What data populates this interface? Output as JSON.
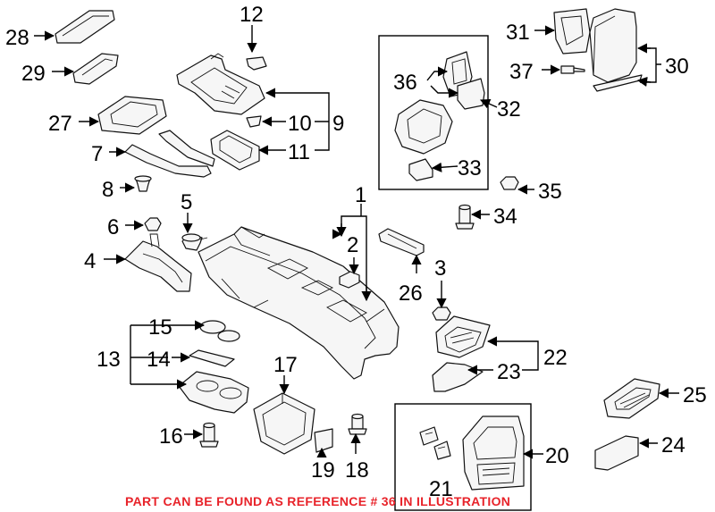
{
  "callouts": [
    "1",
    "2",
    "3",
    "4",
    "5",
    "6",
    "7",
    "8",
    "9",
    "10",
    "11",
    "12",
    "13",
    "14",
    "15",
    "16",
    "17",
    "18",
    "19",
    "20",
    "21",
    "22",
    "23",
    "24",
    "25",
    "26",
    "27",
    "28",
    "29",
    "30",
    "31",
    "32",
    "33",
    "34",
    "35",
    "36",
    "37"
  ],
  "footer_note": "PART CAN BE FOUND AS REFERENCE # 36 IN ILLUSTRATION",
  "colors": {
    "footer": "#e8232a",
    "line": "#000000"
  }
}
